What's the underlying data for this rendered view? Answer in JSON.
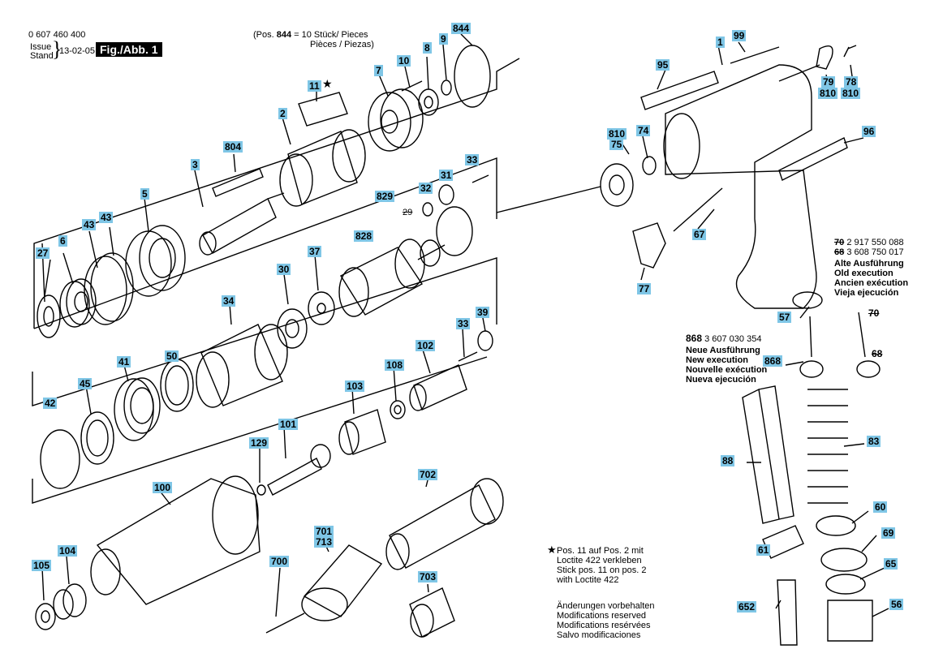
{
  "header": {
    "doc_number": "0 607 460 400",
    "issue_label": "Issue",
    "stand_label": "Stand",
    "date": "13-02-05",
    "fig_tag": "Fig./Abb. 1",
    "pos_note_prefix": "(Pos. ",
    "pos_note_num": "844",
    "pos_note_suffix": " = 10 Stück/  Pieces",
    "pos_note_line2": "Pièces / Piezas)"
  },
  "part_labels": [
    "1",
    "2",
    "3",
    "5",
    "6",
    "7",
    "8",
    "9",
    "10",
    "11",
    "27",
    "30",
    "31",
    "32",
    "33",
    "33",
    "34",
    "37",
    "39",
    "41",
    "42",
    "43",
    "43",
    "45",
    "50",
    "56",
    "57",
    "60",
    "61",
    "65",
    "67",
    "69",
    "74",
    "75",
    "77",
    "78",
    "79",
    "83",
    "88",
    "95",
    "96",
    "99",
    "100",
    "101",
    "102",
    "103",
    "104",
    "105",
    "108",
    "129",
    "652",
    "700",
    "701",
    "703",
    "702",
    "713",
    "804",
    "810",
    "810",
    "810",
    "828",
    "829",
    "844",
    "868"
  ],
  "execution_old": {
    "line1_pos": "70",
    "line1_num": "2 917 550 088",
    "line2_pos": "68",
    "line2_num": "3 608 750 017",
    "lines": [
      "Alte Ausführung",
      "Old execution",
      "Ancien exécution",
      "Vieja ejecución"
    ]
  },
  "execution_new": {
    "pos": "868",
    "num": "3 607 030 354",
    "lines": [
      "Neue Ausführung",
      "New execution",
      "Nouvelle exécution",
      "Nueva ejecución"
    ]
  },
  "struck_labels": [
    "29",
    "70",
    "68"
  ],
  "star_note": {
    "star": "★",
    "lines": [
      "Pos. 11 auf Pos. 2 mit",
      "Loctite 422 verkleben",
      "Stick pos. 11 on pos. 2",
      "with Loctite 422"
    ]
  },
  "modifications": [
    "Änderungen vorbehalten",
    "Modifications reserved",
    "Modifications resérvées",
    "Salvo modificaciones"
  ],
  "label_11_star": "★",
  "badge_color": "#7fc6e6"
}
